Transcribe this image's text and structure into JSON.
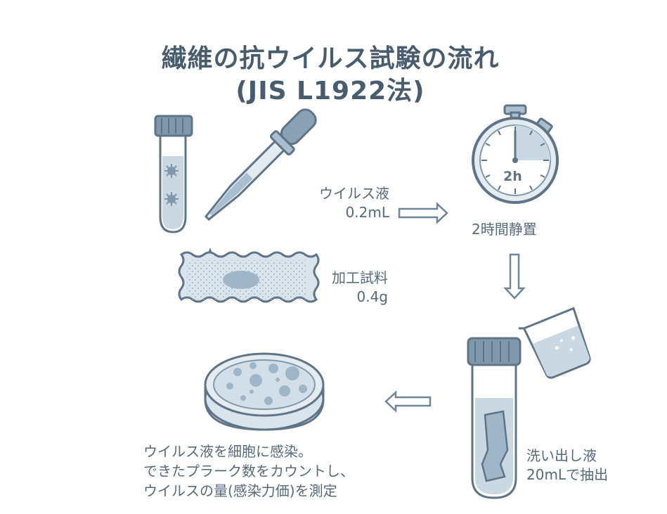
{
  "title": {
    "line1": "繊維の抗ウイルス試験の流れ",
    "line2": "(JIS L1922法)"
  },
  "steps": {
    "virus_solution": {
      "line1": "ウイルス液",
      "line2": "0.2mL"
    },
    "sample": {
      "line1": "加工試料",
      "line2": "0.4g"
    },
    "incubation": {
      "label": "2時間静置",
      "timer_text": "2h"
    },
    "extraction": {
      "line1": "洗い出し液",
      "line2": "20mLで抽出"
    },
    "plaque_assay": {
      "line1": "ウイルス液を細胞に感染。",
      "line2": "できたプラーク数をカウントし、",
      "line3": "ウイルスの量(感染力価)を測定"
    }
  },
  "icons": [
    "test-tube-icon",
    "dropper-icon",
    "fabric-sample-icon",
    "stopwatch-icon",
    "beaker-icon",
    "petri-dish-icon",
    "arrow-right-icon",
    "arrow-down-icon",
    "arrow-left-icon"
  ],
  "colors": {
    "line": "#5f7486",
    "fill_light": "#d9e4ec",
    "fill_mid": "#a9bfcf",
    "fill_dark": "#7f98ac",
    "title": "#485c6e"
  }
}
